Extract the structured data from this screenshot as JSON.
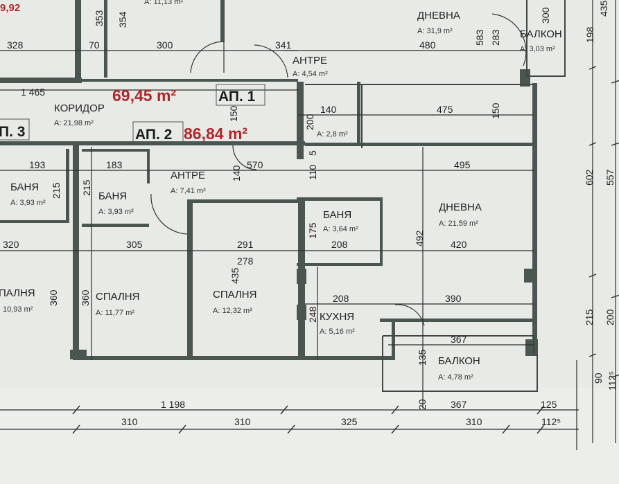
{
  "plan": {
    "apartments": [
      {
        "label": "АП. 1",
        "area": "69,45 m²"
      },
      {
        "label": "АП. 2",
        "area": "86,84 m²"
      },
      {
        "label": "П. 3",
        "area": "9,92"
      }
    ],
    "rooms": [
      {
        "name": "КОРИДОР",
        "area": "A:  21,98 m²"
      },
      {
        "name": "ДНЕВНА",
        "area": "A:  31,9 m²"
      },
      {
        "name": "БАЛКОН",
        "area": "A:  3,03 m²"
      },
      {
        "name": "АНТРЕ",
        "area": "A: 4,54 m²"
      },
      {
        "name": "",
        "area": "A: 2,8 m²"
      },
      {
        "name": "АНТРЕ",
        "area": "A: 7,41 m²"
      },
      {
        "name": "БАНЯ",
        "area": "A: 3,93 m²"
      },
      {
        "name": "БАНЯ",
        "area": "A: 3,93 m²"
      },
      {
        "name": "БАНЯ",
        "area": "A: 3,64 m²"
      },
      {
        "name": "ДНЕВНА",
        "area": "A: 21,59 m²"
      },
      {
        "name": "СПАЛНЯ",
        "area": "A: 11,77 m²"
      },
      {
        "name": "СПАЛНЯ",
        "area": "A: 12,32 m²"
      },
      {
        "name": "КУХНЯ",
        "area": "A: 5,16 m²"
      },
      {
        "name": "БАЛКОН",
        "area": "A: 4,78 m²"
      },
      {
        "name": "ПАЛНЯ",
        "area": "10,93 m²"
      },
      {
        "name": "",
        "area": "A: 11,13 m²"
      }
    ],
    "dimensions": [
      "328",
      "70",
      "300",
      "341",
      "480",
      "583",
      "283",
      "300",
      "198",
      "435",
      "1 465",
      "150",
      "140",
      "200",
      "475",
      "193",
      "183",
      "570",
      "495",
      "215",
      "110",
      "215",
      "305",
      "291",
      "278",
      "175",
      "208",
      "492",
      "420",
      "320",
      "360",
      "360",
      "435",
      "248",
      "208",
      "390",
      "367",
      "135",
      "602",
      "557",
      "215",
      "200",
      "90",
      "112⁵",
      "1 198",
      "367",
      "125",
      "310",
      "310",
      "325",
      "310",
      "112⁵",
      "20",
      "353",
      "354",
      "150",
      "5",
      "140"
    ]
  }
}
